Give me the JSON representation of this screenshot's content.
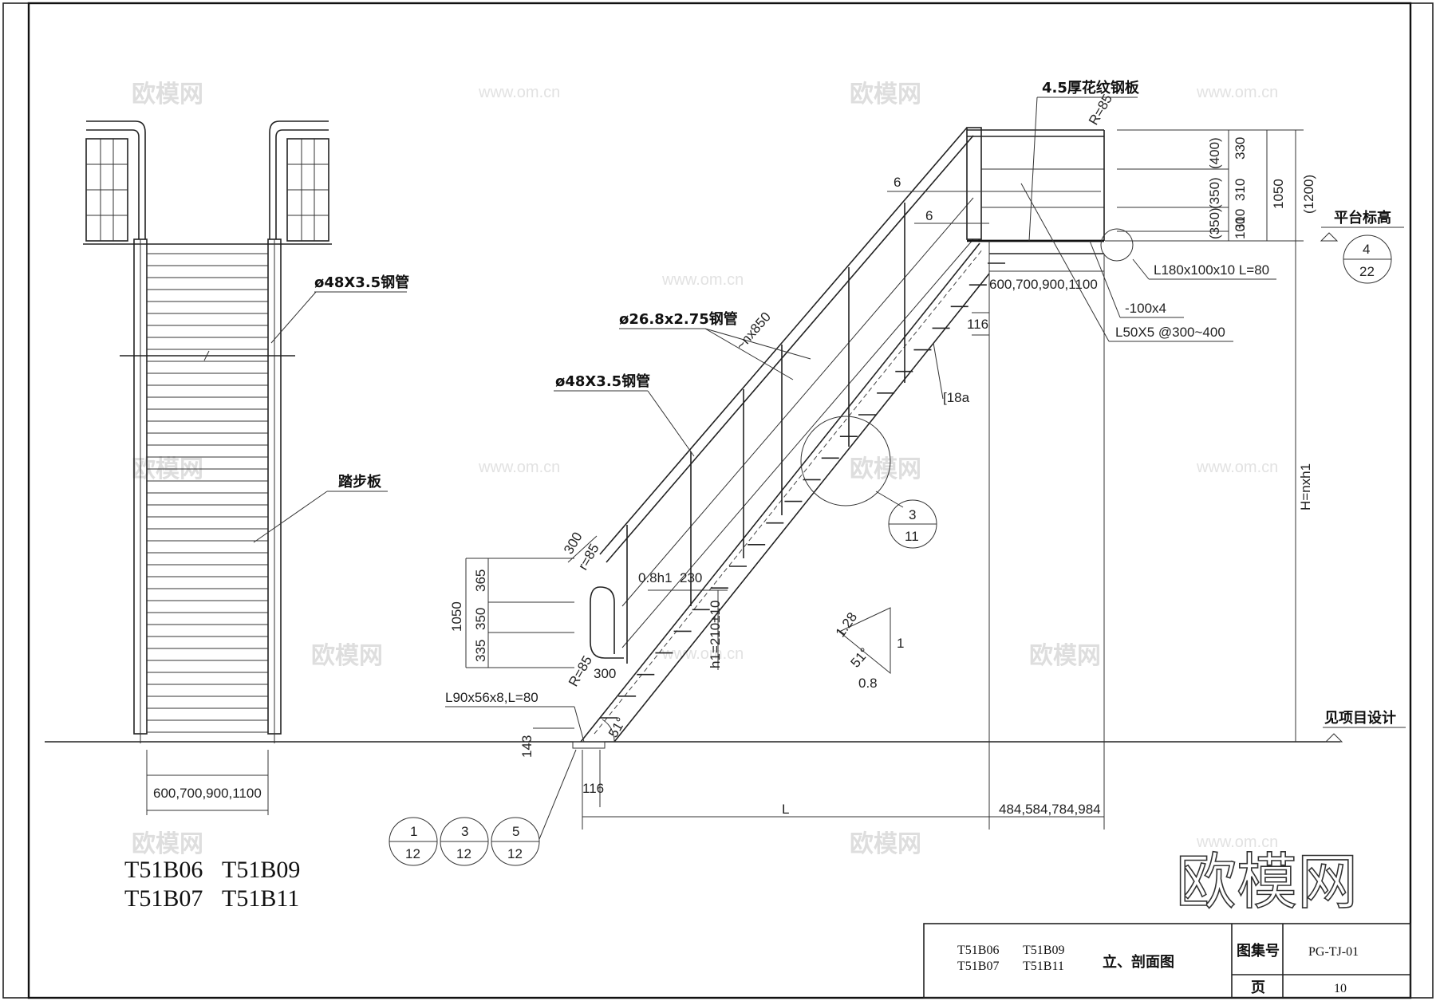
{
  "watermark": {
    "text": "欧模网",
    "url": "www.om.cn"
  },
  "logo": "欧模网",
  "codes": [
    "T51B06",
    "T51B09",
    "T51B07",
    "T51B11"
  ],
  "left_view": {
    "pipe": "ø48X3.5钢管",
    "tread": "踏步板",
    "width": "600,700,900,1100"
  },
  "side_view": {
    "plate": "4.5厚花纹钢板",
    "r85_top": "R=85",
    "dim_330": "330",
    "dim_310a": "310",
    "dim_310b": "310",
    "dim_100": "100",
    "dim_400": "(400)",
    "dim_350a": "(350)",
    "dim_350b": "(350)",
    "dim_1050": "1050",
    "dim_1200": "(1200)",
    "platform": "平台标高",
    "ref4": {
      "num": "4",
      "den": "22"
    },
    "angle_top": "L180x100x10  L=80",
    "flat_bar": "-100x4",
    "angle_mid": "L50X5  @300~400",
    "width": "600,700,900,1100",
    "label_6a": "6",
    "label_6b": "6",
    "dim_116_top": "116",
    "pipe_small": "ø26.8x2.75钢管",
    "pipe_big": "ø48X3.5钢管",
    "pitch": "~nx850",
    "channel": "[18a",
    "ref3": {
      "num": "3",
      "den": "11"
    },
    "dim_300_top": "300",
    "r85_bottom_top": "r=85",
    "dim_08h1": "0.8h1",
    "dim_230": "230",
    "slope_128": "1.28",
    "slope_1": "1",
    "slope_08": "0.8",
    "slope_angle": "51°",
    "h1": "h1=210±10",
    "dim_365": "365",
    "dim_350": "350",
    "dim_335": "335",
    "dim_1050_left": "1050",
    "r85_bottom": "R=85",
    "dim_300_bottom": "300",
    "angle_bottom": "L90x56x8,L=80",
    "dim_143": "143",
    "base_angle": "51°",
    "dim_116_bottom": "116",
    "L": "L",
    "offset": "484,584,784,984",
    "H": "H=nxh1",
    "see_design": "见项目设计",
    "refs_bottom": [
      {
        "num": "1",
        "den": "12"
      },
      {
        "num": "3",
        "den": "12"
      },
      {
        "num": "5",
        "den": "12"
      }
    ]
  },
  "title_block": {
    "codes": [
      "T51B06",
      "T51B09",
      "T51B07",
      "T51B11"
    ],
    "title": "立、剖面图",
    "atlas_label": "图集号",
    "atlas_no": "PG-TJ-01",
    "page_label": "页",
    "page_no": "10"
  }
}
